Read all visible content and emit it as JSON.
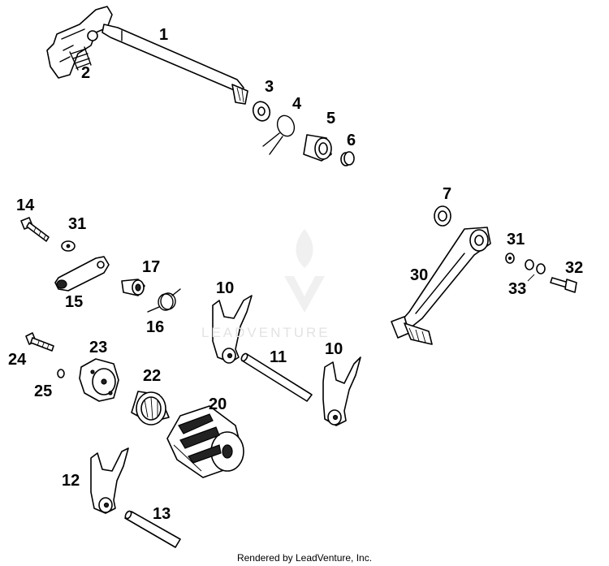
{
  "diagram": {
    "callouts": [
      "1",
      "2",
      "3",
      "4",
      "5",
      "6",
      "7",
      "10",
      "10",
      "11",
      "12",
      "13",
      "14",
      "15",
      "16",
      "17",
      "20",
      "22",
      "23",
      "24",
      "25",
      "30",
      "31",
      "31",
      "32",
      "33"
    ],
    "watermark": "LEADVENTURE",
    "footer": "Rendered by LeadVenture, Inc."
  }
}
